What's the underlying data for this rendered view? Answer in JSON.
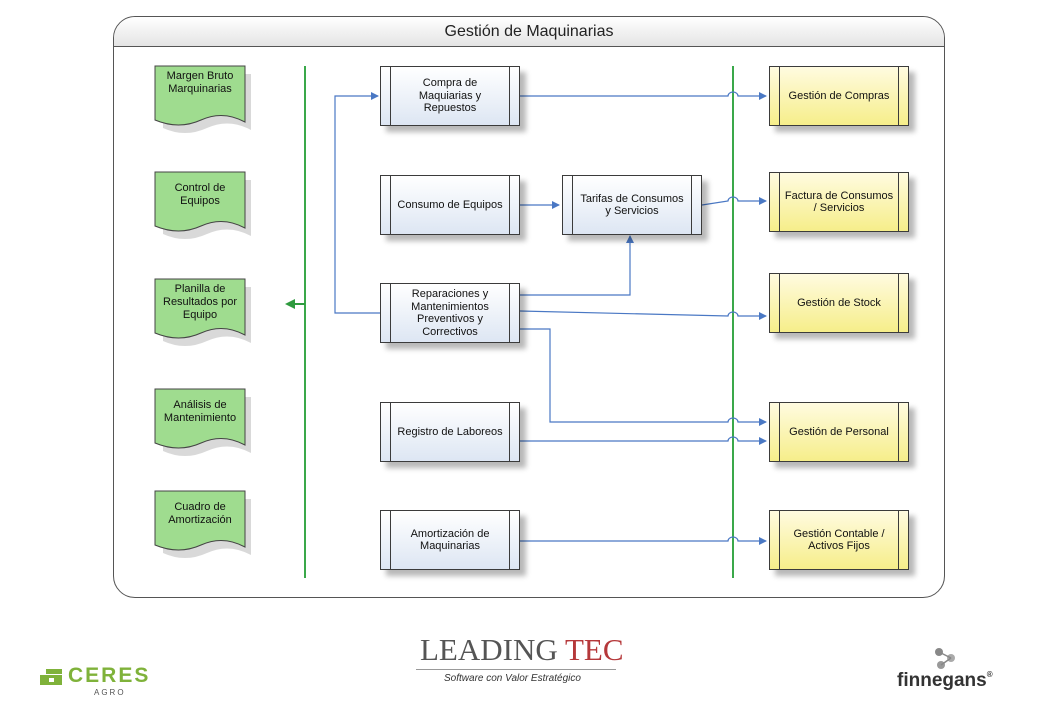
{
  "title": "Gestión de Maquinarias",
  "reports": [
    {
      "label": "Margen Bruto Marquinarias"
    },
    {
      "label": "Control de Equipos"
    },
    {
      "label": "Planilla de Resultados por Equipo"
    },
    {
      "label": "Análisis de Mantenimiento"
    },
    {
      "label": "Cuadro de Amortización"
    }
  ],
  "processes": [
    {
      "label": "Compra de Maquiarias y Repuestos"
    },
    {
      "label": "Consumo de Equipos"
    },
    {
      "label": "Reparaciones y Mantenimientos Preventivos y Correctivos"
    },
    {
      "label": "Registro de Laboreos"
    },
    {
      "label": "Amortización de Maquinarias"
    }
  ],
  "tarifas": {
    "label": "Tarifas de Consumos y Servicios"
  },
  "outputs": [
    {
      "label": "Gestión de Compras"
    },
    {
      "label": "Factura de Consumos / Servicios"
    },
    {
      "label": "Gestión de Stock"
    },
    {
      "label": "Gestión de Personal"
    },
    {
      "label": "Gestión Contable / Activos Fijos"
    }
  ],
  "brands": {
    "ceres": "CERES",
    "ceres_sub": "AGRO",
    "leading": "LEADING",
    "tec": "TEC",
    "leading_sub": "Software con Valor Estratégico",
    "finnegans": "finnegans",
    "reg": "®"
  },
  "colors": {
    "report_fill": "#9fdc8f",
    "process_fill": "#dde6f3",
    "output_fill": "#f6ee8a",
    "arrow_blue": "#4a78c4",
    "divider_green": "#3aa84a",
    "tec_red": "#b5383a"
  }
}
